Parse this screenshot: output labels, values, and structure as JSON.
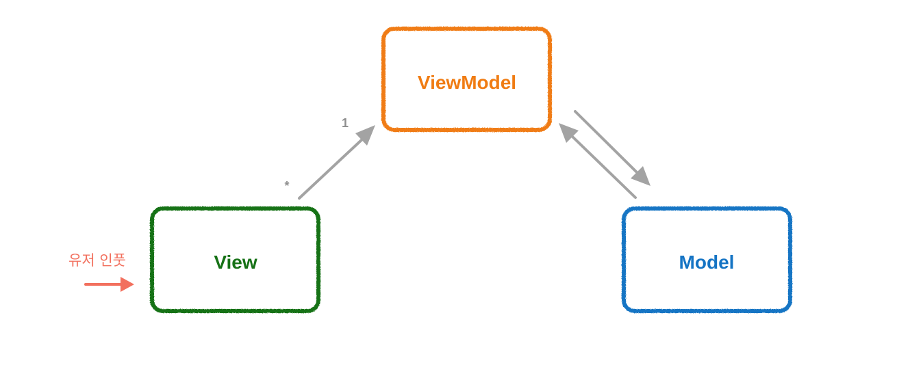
{
  "nodes": {
    "viewmodel": {
      "label": "ViewModel",
      "color": "#f07c13"
    },
    "view": {
      "label": "View",
      "color": "#177217"
    },
    "model": {
      "label": "Model",
      "color": "#1574c4"
    }
  },
  "edges": {
    "view_to_viewmodel": {
      "source_multiplicity": "*",
      "target_multiplicity": "1",
      "color": "#a3a3a3"
    },
    "viewmodel_model": {
      "color": "#a3a3a3"
    }
  },
  "user_input": {
    "label": "유저 인풋",
    "color": "#f2705e"
  }
}
